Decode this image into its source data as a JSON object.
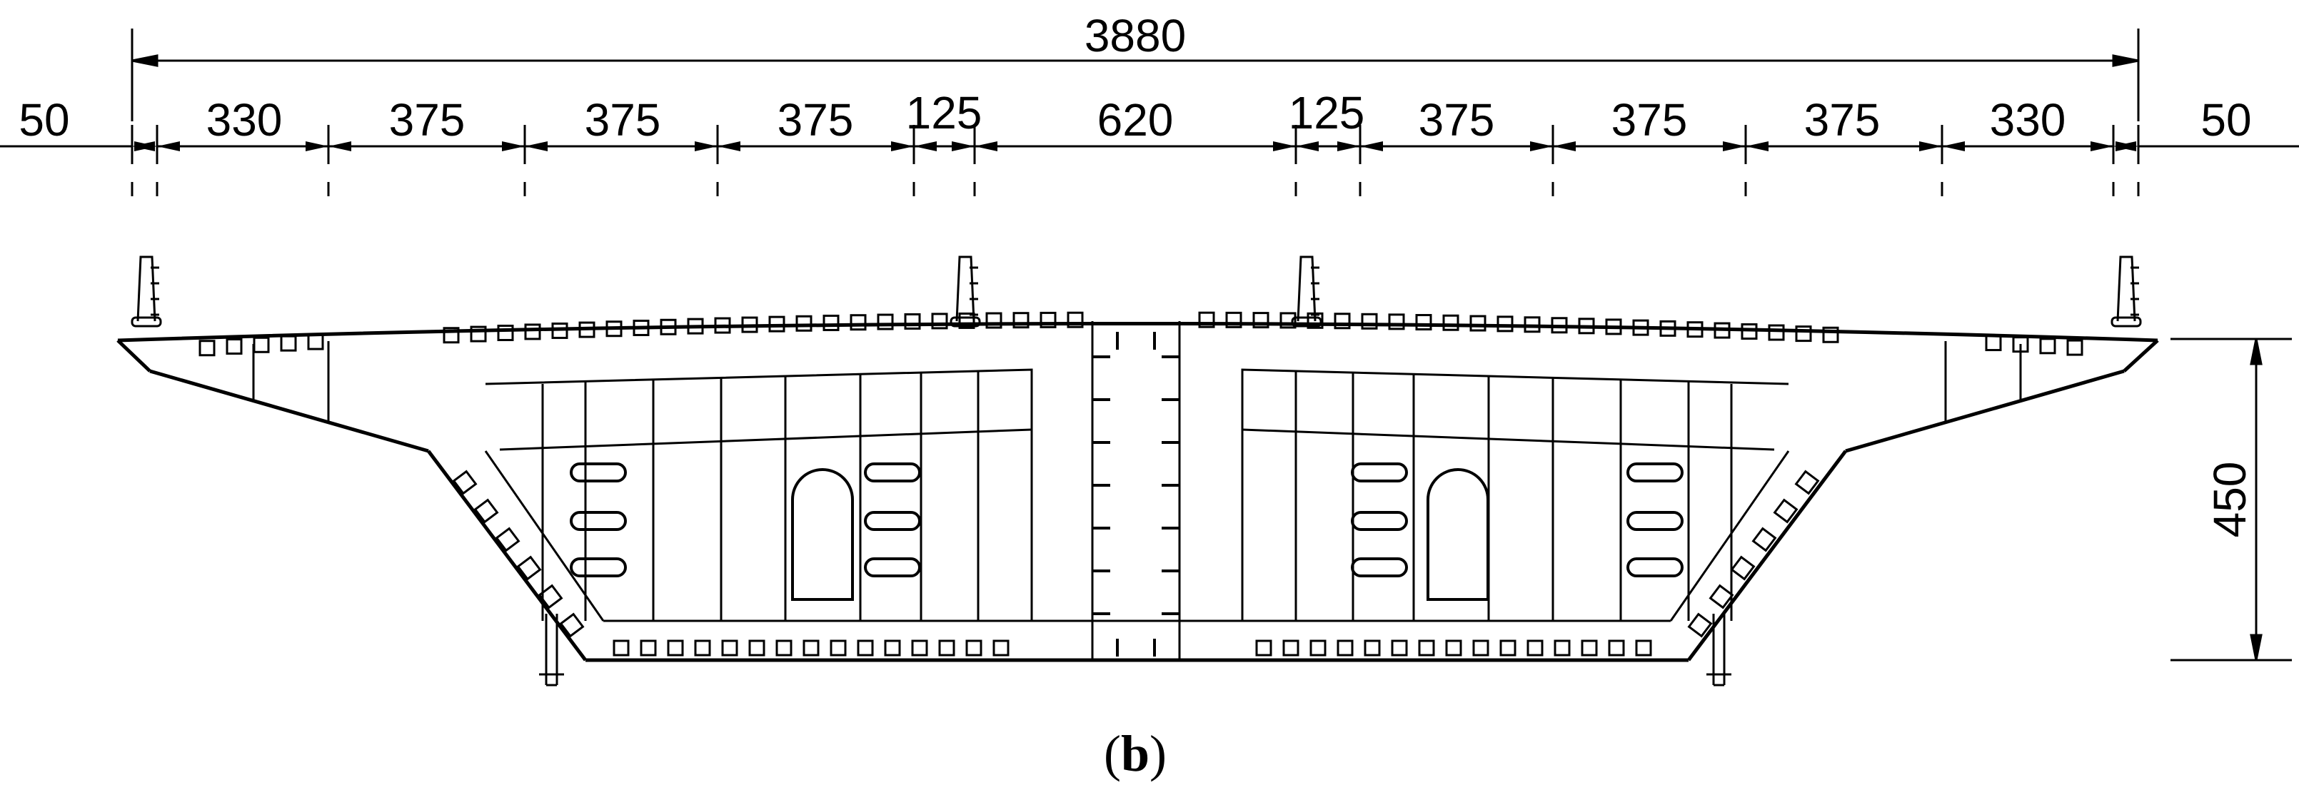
{
  "total_width_label": "3880",
  "height_label": "450",
  "segment_labels": [
    "50",
    "330",
    "375",
    "375",
    "375",
    "125",
    "620",
    "125",
    "375",
    "375",
    "375",
    "330",
    "50"
  ],
  "caption": {
    "open": "(",
    "letter": "b",
    "close": ")"
  },
  "colors": {
    "line": "#000000",
    "background": "#ffffff"
  }
}
